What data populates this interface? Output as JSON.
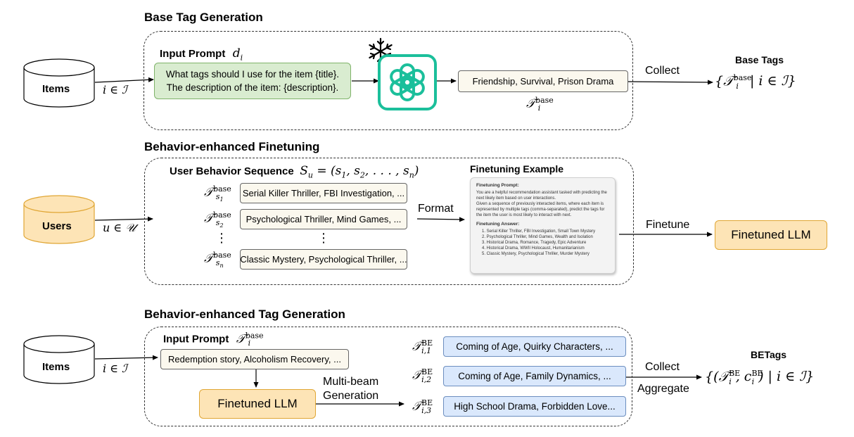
{
  "sections": {
    "base": "Base Tag Generation",
    "finetune": "Behavior-enhanced Finetuning",
    "betag": "Behavior-enhanced Tag Generation"
  },
  "base": {
    "items_label": "Items",
    "items_var": "i ∈ ℐ",
    "input_prompt_label": "Input Prompt",
    "input_prompt_var": "d",
    "input_prompt_var_sub": "i",
    "prompt_line1": "What tags should I use for the item {title}.",
    "prompt_line2": "The description of the item: {description}.",
    "tags_box": "Friendship, Survival, Prison Drama",
    "tags_var": "𝒯",
    "tags_var_sup": "base",
    "tags_var_sub": "i",
    "collect": "Collect",
    "output_title": "Base Tags",
    "output_set": "{𝒯",
    "output_set_sup": "base",
    "output_set_sub": "i",
    "output_set_rest": " | i ∈ ℐ}"
  },
  "finetune": {
    "users_label": "Users",
    "users_var": "u ∈ 𝒰",
    "seq_label": "User Behavior Sequence",
    "seq_var": "S",
    "seq_var_sub": "u",
    "seq_var_rest": " = (s",
    "seq_var_s1": "1",
    "seq_var_mid": ", s",
    "seq_var_s2": "2",
    "seq_var_end": ", . . . , s",
    "seq_var_sn": "n",
    "seq_var_close": ")",
    "rows": [
      {
        "var": "𝒯",
        "sup": "base",
        "sub": "s",
        "subsub": "1",
        "text": "Serial Killer Thriller, FBI Investigation, ..."
      },
      {
        "var": "𝒯",
        "sup": "base",
        "sub": "s",
        "subsub": "2",
        "text": "Psychological Thriller, Mind Games, ..."
      },
      {
        "var": "𝒯",
        "sup": "base",
        "sub": "s",
        "subsub": "n",
        "text": "Classic Mystery, Psychological Thriller, ..."
      }
    ],
    "dots": "⋮",
    "format": "Format",
    "example_title": "Finetuning Example",
    "doc": {
      "prompt_head": "Finetuning Prompt:",
      "prompt_p1": "You are a helpful recommendation assistant tasked with predicting the next likely item based on user interactions.",
      "prompt_p2": "Given a sequence of previously interacted items, where each item is represented by multiple tags (comma-separated), predict the tags for the item the user is most likely to interact with next.",
      "answer_head": "Finetuning Answer:",
      "answers": [
        "1. Serial Killer Thriller, FBI Investigation, Small Town Mystery",
        "2. Psychological Thriller, Mind Games, Wealth and Isolation",
        "3. Historical Drama, Romance, Tragedy, Epic Adventure",
        "4. Historical Drama, WWII Holocaust, Humanitarianism",
        "5. Classic Mystery, Psychological Thriller, Murder Mystery"
      ]
    },
    "finetune_label": "Finetune",
    "llm": "Finetuned LLM"
  },
  "betag": {
    "items_label": "Items",
    "items_var": "i ∈ ℐ",
    "input_prompt_label": "Input Prompt",
    "input_var": "𝒯",
    "input_var_sup": "base",
    "input_var_sub": "i",
    "input_box": "Redemption story, Alcoholism Recovery, ...",
    "llm": "Finetuned LLM",
    "multibeam_line1": "Multi-beam",
    "multibeam_line2": "Generation",
    "rows": [
      {
        "var": "𝒯",
        "sup": "BE",
        "sub": "i,1",
        "text": "Coming of Age, Quirky Characters, ..."
      },
      {
        "var": "𝒯",
        "sup": "BE",
        "sub": "i,2",
        "text": "Coming of Age, Family Dynamics, ..."
      },
      {
        "var": "𝒯",
        "sup": "BE",
        "sub": "i,3",
        "text": "High School Drama, Forbidden Love..."
      }
    ],
    "collect": "Collect",
    "aggregate": "Aggregate",
    "output_title": "BETags",
    "output_set": "{(𝒯",
    "output_set_sup": "BE",
    "output_set_sub": "i",
    "output_set_mid": ", c",
    "output_set_sup2": "BE",
    "output_set_sub2": "i",
    "output_set_rest": ") | i ∈ ℐ}"
  },
  "colors": {
    "green_fill": "#d9ecd0",
    "green_stroke": "#7fb36a",
    "orange_fill": "#fde4b6",
    "orange_stroke": "#e0a634",
    "blue_fill": "#dae8fc",
    "blue_stroke": "#6c8ebf",
    "openai_teal": "#1bbf9b"
  },
  "icons": [
    "snowflake-icon",
    "openai-logo-icon",
    "database-cylinder-icon"
  ]
}
